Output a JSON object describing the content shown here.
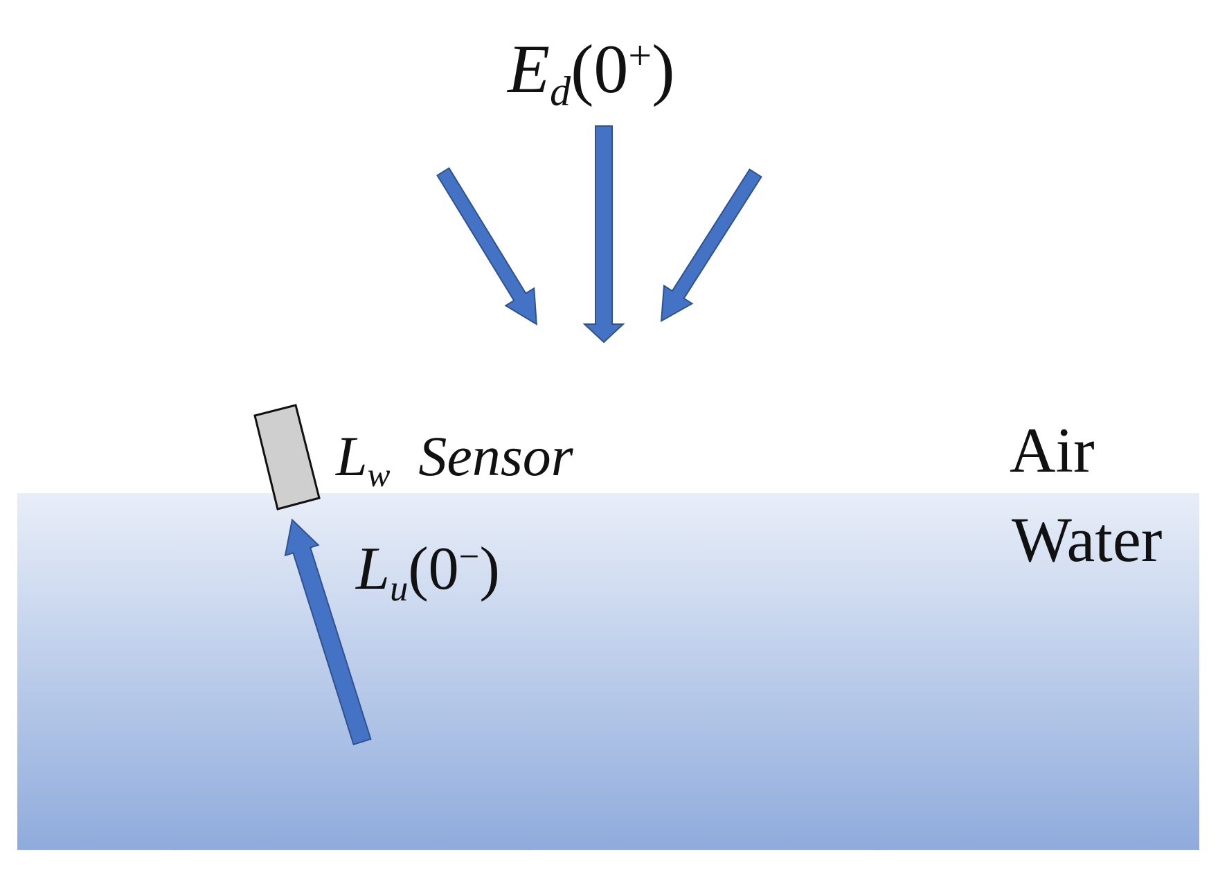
{
  "labels": {
    "ed": {
      "symbol": "E",
      "subscript": "d",
      "paren_open": "(0",
      "superscript": "+",
      "paren_close": ")"
    },
    "lw": {
      "symbol": "L",
      "subscript": "w",
      "word": "Sensor"
    },
    "lu": {
      "symbol": "L",
      "subscript": "u",
      "paren_open": "(0",
      "superscript": "−",
      "paren_close": ")"
    },
    "air": "Air",
    "water": "Water"
  },
  "colors": {
    "arrow_fill": "#4472c4",
    "arrow_stroke": "#2f528f",
    "water_top": "#e8eef8",
    "water_bottom": "#8fabdc",
    "sensor_fill": "#d0cfcf",
    "sensor_stroke": "#111111"
  },
  "icons": {
    "downwelling_arrows": "arrow-down-icon",
    "upwelling_arrow": "arrow-up-icon",
    "sensor": "sensor-icon"
  }
}
